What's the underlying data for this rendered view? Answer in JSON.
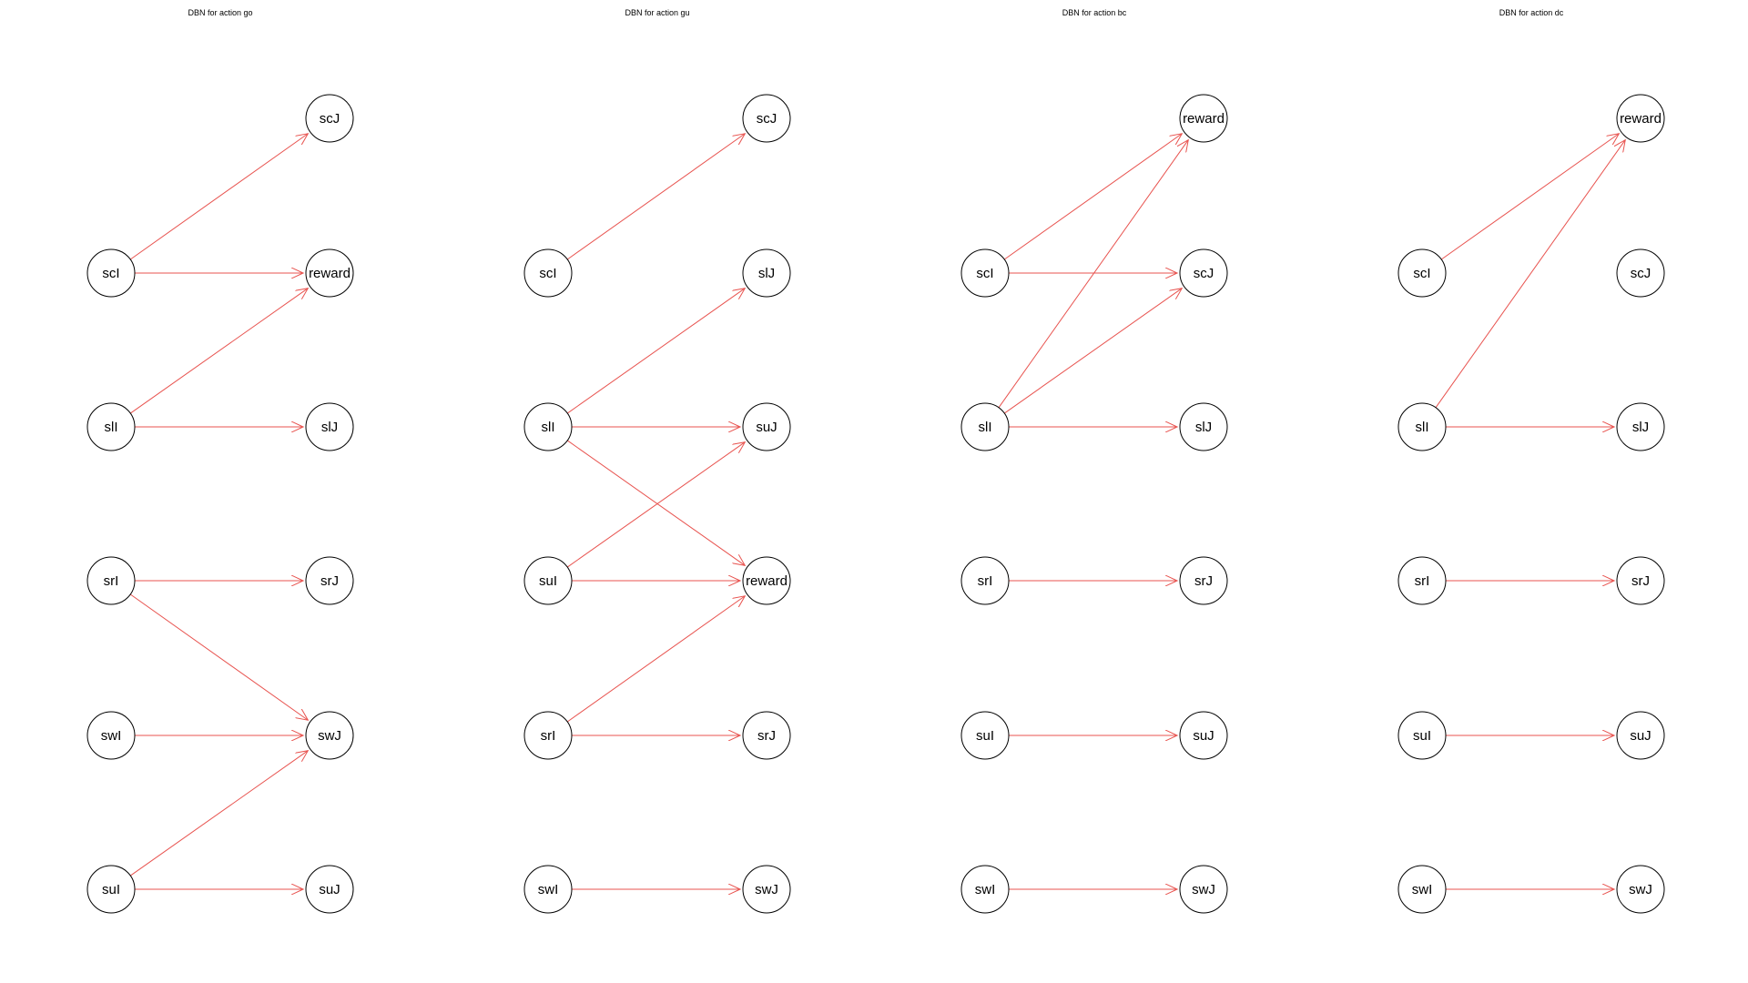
{
  "edge_color": "#e8534f",
  "node_stroke": "#000000",
  "panels": [
    {
      "title": "DBN for action go",
      "left_nodes": [
        "scI",
        "slI",
        "srI",
        "swI",
        "suI"
      ],
      "right_nodes": [
        "scJ",
        "reward",
        "slJ",
        "srJ",
        "swJ",
        "suJ"
      ],
      "edges": [
        [
          "scI",
          "scJ"
        ],
        [
          "scI",
          "reward"
        ],
        [
          "slI",
          "reward"
        ],
        [
          "slI",
          "slJ"
        ],
        [
          "srI",
          "srJ"
        ],
        [
          "srI",
          "swJ"
        ],
        [
          "swI",
          "swJ"
        ],
        [
          "suI",
          "swJ"
        ],
        [
          "suI",
          "suJ"
        ]
      ]
    },
    {
      "title": "DBN for action gu",
      "left_nodes": [
        "scI",
        "slI",
        "suI",
        "srI",
        "swI"
      ],
      "right_nodes": [
        "scJ",
        "slJ",
        "suJ",
        "reward",
        "srJ",
        "swJ"
      ],
      "edges": [
        [
          "scI",
          "scJ"
        ],
        [
          "slI",
          "slJ"
        ],
        [
          "slI",
          "suJ"
        ],
        [
          "slI",
          "reward"
        ],
        [
          "suI",
          "suJ"
        ],
        [
          "suI",
          "reward"
        ],
        [
          "srI",
          "reward"
        ],
        [
          "srI",
          "srJ"
        ],
        [
          "swI",
          "swJ"
        ]
      ]
    },
    {
      "title": "DBN for action bc",
      "left_nodes": [
        "scI",
        "slI",
        "srI",
        "suI",
        "swI"
      ],
      "right_nodes": [
        "reward",
        "scJ",
        "slJ",
        "srJ",
        "suJ",
        "swJ"
      ],
      "edges": [
        [
          "scI",
          "reward"
        ],
        [
          "scI",
          "scJ"
        ],
        [
          "slI",
          "reward"
        ],
        [
          "slI",
          "scJ"
        ],
        [
          "slI",
          "slJ"
        ],
        [
          "srI",
          "srJ"
        ],
        [
          "suI",
          "suJ"
        ],
        [
          "swI",
          "swJ"
        ]
      ]
    },
    {
      "title": "DBN for action dc",
      "left_nodes": [
        "scI",
        "slI",
        "srI",
        "suI",
        "swI"
      ],
      "right_nodes": [
        "reward",
        "scJ",
        "slJ",
        "srJ",
        "suJ",
        "swJ"
      ],
      "edges": [
        [
          "scI",
          "reward"
        ],
        [
          "slI",
          "reward"
        ],
        [
          "slI",
          "slJ"
        ],
        [
          "srI",
          "srJ"
        ],
        [
          "suI",
          "suJ"
        ],
        [
          "swI",
          "swJ"
        ]
      ]
    }
  ]
}
